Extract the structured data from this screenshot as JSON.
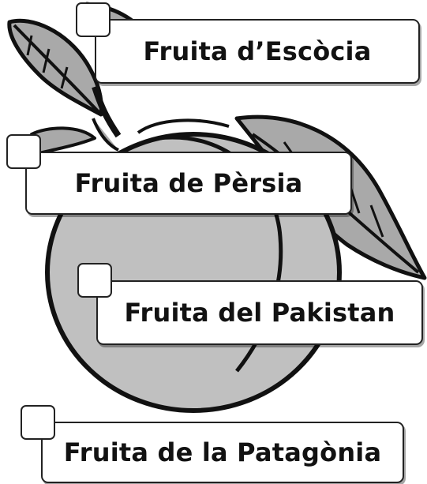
{
  "options": [
    {
      "label": "Fruita d’Escòcia",
      "checked": false
    },
    {
      "label": "Fruita de Pèrsia",
      "checked": false
    },
    {
      "label": "Fruita del Pakistan",
      "checked": false
    },
    {
      "label": "Fruita de la Patagònia",
      "checked": false
    }
  ],
  "colors": {
    "fruit_fill": "#c0c0c0",
    "leaf_fill": "#a9a9a9",
    "outline": "#111111",
    "box_border": "#222222",
    "text": "#121212"
  },
  "image": {
    "subject": "peach-with-leaves"
  }
}
